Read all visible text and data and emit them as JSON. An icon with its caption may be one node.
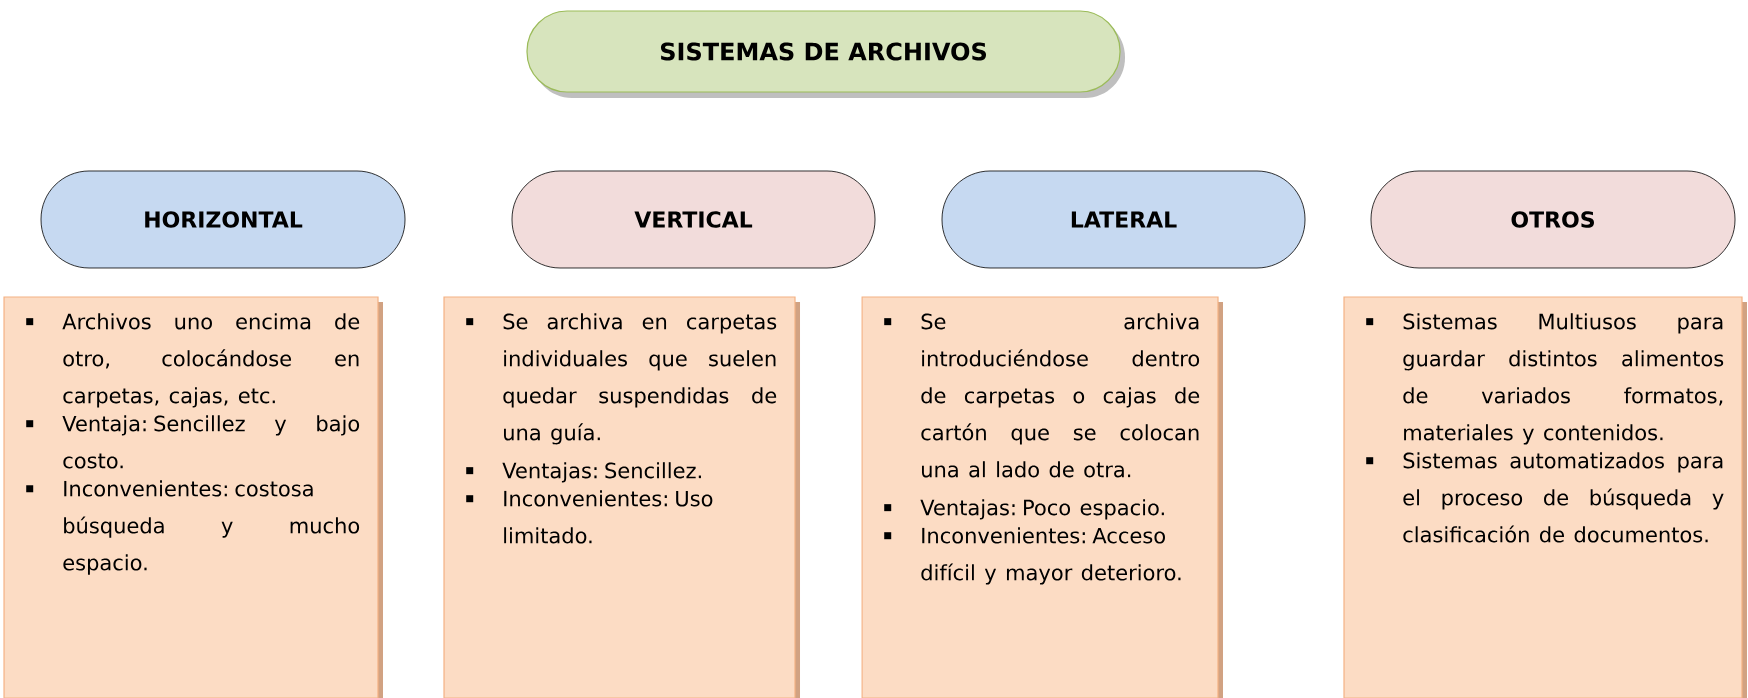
{
  "diagram": {
    "nodes": [
      {
        "text": [
          "SISTEMAS DE ARCHIVOS"
        ]
      },
      {
        "text": [
          "HORIZONTAL"
        ]
      },
      {
        "text": [
          "VERTICAL"
        ]
      },
      {
        "text": [
          "LATERAL"
        ]
      },
      {
        "text": [
          "OTROS"
        ]
      },
      {
        "text": [
          "Archivos uno encima de otro, colocándose en carpetas, cajas, etc.",
          "Ventaja: Sencillez y bajo costo.",
          "Inconvenientes: costosa búsqueda y mucho espacio."
        ]
      },
      {
        "text": [
          "Se archiva en carpetas individuales que suelen quedar suspendidas de una guía.",
          "Ventajas: Sencillez.",
          "Inconvenientes: Uso limitado."
        ]
      },
      {
        "text": [
          "Se archiva introduciéndose dentro de carpetas o cajas de cartón que se colocan una al lado de otra.",
          "Ventajas: Poco espacio.",
          "Inconvenientes: Acceso difícil y mayor deterioro."
        ]
      },
      {
        "text": [
          "Sistemas Multiusos para guardar distintos alimentos de variados formatos, materiales y contenidos.",
          "Sistemas automatizados para el proceso de búsqueda y clasificación de documentos."
        ]
      }
    ]
  }
}
